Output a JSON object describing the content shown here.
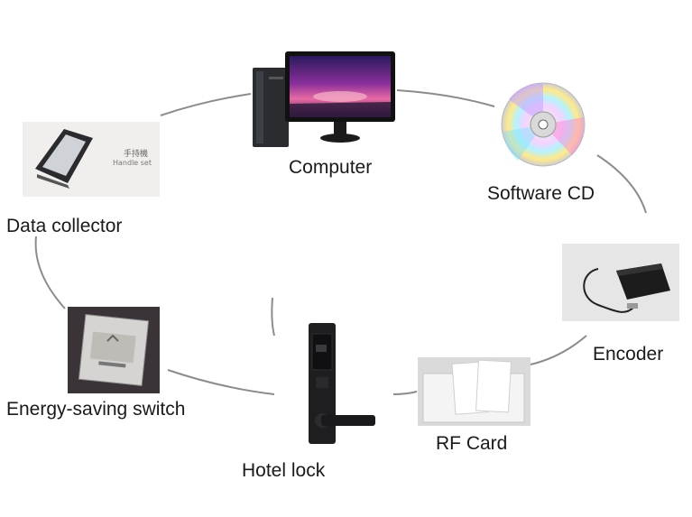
{
  "nodes": {
    "computer": {
      "label": "Computer",
      "icon": "computer-icon"
    },
    "software_cd": {
      "label": "Software CD",
      "icon": "cd-disc-icon"
    },
    "encoder": {
      "label": "Encoder",
      "icon": "card-encoder-icon"
    },
    "rf_card": {
      "label": "RF Card",
      "icon": "rf-card-icon"
    },
    "hotel_lock": {
      "label": "Hotel lock",
      "icon": "door-lock-icon"
    },
    "energy_saving_switch": {
      "label": "Energy-saving switch",
      "icon": "key-card-switch-icon"
    },
    "data_collector": {
      "label": "Data collector",
      "icon": "data-collector-icon",
      "device_text": [
        "手持機",
        "Handle set"
      ]
    }
  },
  "colors": {
    "connector": "#8c8c8c",
    "text": "#1a1a1a"
  }
}
